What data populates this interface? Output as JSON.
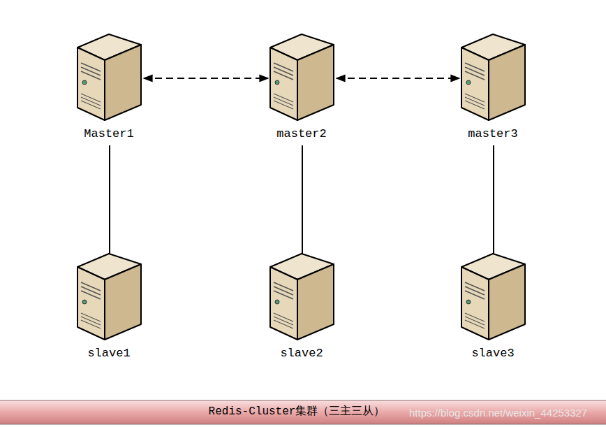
{
  "diagram": {
    "caption": "Redis-Cluster集群（三主三从）",
    "nodes": [
      {
        "text": [
          "Master1"
        ]
      },
      {
        "text": [
          "master2"
        ]
      },
      {
        "text": [
          "master3"
        ]
      },
      {
        "text": [
          "slave1"
        ]
      },
      {
        "text": [
          "slave2"
        ]
      },
      {
        "text": [
          "slave3"
        ]
      }
    ],
    "edges": [
      {
        "from": 0,
        "to": 1,
        "arrow": "both"
      },
      {
        "from": 1,
        "to": 2,
        "arrow": "both"
      },
      {
        "from": 0,
        "to": 3,
        "arrow": "none"
      },
      {
        "from": 1,
        "to": 4,
        "arrow": "none"
      },
      {
        "from": 2,
        "to": 5,
        "arrow": "none"
      }
    ],
    "labels": [
      "https://blog.csdn.net/weixin_44253327"
    ]
  }
}
